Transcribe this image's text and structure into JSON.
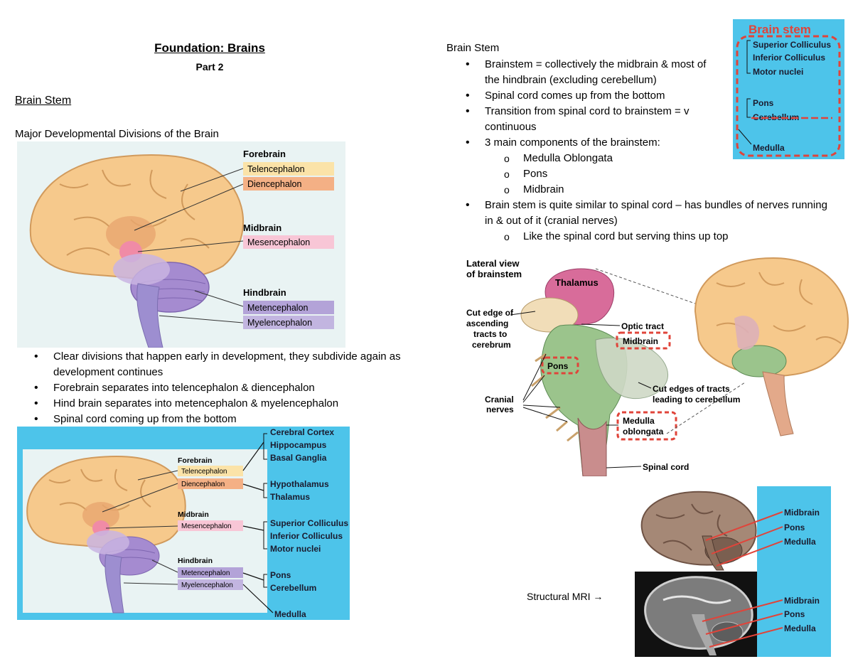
{
  "header": {
    "title": "Foundation: Brains ",
    "subtitle": "Part 2"
  },
  "section": {
    "heading": "Brain Stem",
    "subheading": "Major Developmental Divisions of the Brain"
  },
  "figure1": {
    "forebrain": "Forebrain",
    "telencephalon": "Telencephalon",
    "diencephalon": "Diencephalon",
    "midbrain": "Midbrain",
    "mesencephalon": "Mesencephalon",
    "hindbrain": "Hindbrain",
    "metencephalon": "Metencephalon",
    "myelencephalon": "Myelencephalon"
  },
  "left_bullets": [
    "Clear divisions that happen early in development, they subdivide again as development continues",
    "Forebrain separates into telencephalon & diencephalon",
    "Hind brain separates into metencephalon & myelencephalon",
    "Spinal cord coming up from the bottom"
  ],
  "figure2": {
    "forebrain": "Forebrain",
    "telencephalon": "Telencephalon",
    "diencephalon": "Diencephalon",
    "midbrain": "Midbrain",
    "mesencephalon": "Mesencephalon",
    "hindbrain": "Hindbrain",
    "metencephalon": "Metencephalon",
    "myelencephalon": "Myelencephalon",
    "cerebral_cortex": "Cerebral Cortex",
    "hippocampus": "Hippocampus",
    "basal_ganglia": "Basal Ganglia",
    "hypothalamus": "Hypothalamus",
    "thalamus": "Thalamus",
    "superior_colliculus": "Superior Colliculus",
    "inferior_colliculus": "Inferior Colliculus",
    "motor_nuclei": "Motor nuclei",
    "pons": "Pons",
    "cerebellum": "Cerebellum",
    "medulla": "Medulla"
  },
  "right": {
    "heading": "Brain Stem",
    "bullet1": "Brainstem = collectively the midbrain & most of the hindbrain (excluding cerebellum)",
    "bullet2": "Spinal cord comes up from the bottom",
    "bullet3": "Transition from spinal cord to brainstem = v continuous",
    "bullet4": "3 main components of the brainstem:",
    "components": [
      "Medulla Oblongata",
      "Pons",
      "Midbrain"
    ],
    "bullet5": "Brain stem is quite similar to spinal cord – has bundles of nerves running in & out of it (cranial nerves)",
    "sub5": "Like the spinal cord but serving thins up top"
  },
  "stem_box": {
    "title": "Brain stem",
    "superior_colliculus": "Superior Colliculus",
    "inferior_colliculus": "Inferior Colliculus",
    "motor_nuclei": "Motor nuclei",
    "pons": "Pons",
    "cerebellum": "Cerebellum",
    "medulla": "Medulla"
  },
  "lateral": {
    "title1": "Lateral view",
    "title2": "of brainstem",
    "thalamus": "Thalamus",
    "cut1": "Cut edge of",
    "cut2": "ascending",
    "cut3": "tracts to",
    "cut4": "cerebrum",
    "optic": "Optic tract",
    "midbrain": "Midbrain",
    "pons": "Pons",
    "cranial1": "Cranial",
    "cranial2": "nerves",
    "cutedges1": "Cut edges of tracts",
    "cutedges2": "leading to cerebellum",
    "medulla1": "Medulla",
    "medulla2": "oblongata",
    "spinal": "Spinal cord"
  },
  "mri": {
    "midbrain": "Midbrain",
    "pons": "Pons",
    "medulla": "Medulla",
    "caption": "Structural MRI →"
  },
  "colors": {
    "cyan": "#4dc4ea",
    "red_dash": "#e0443a",
    "tele": "#fbe3a8",
    "dien": "#f4b085",
    "mesen": "#f8c6d6",
    "meten": "#b3a3d8",
    "myelen": "#c2b5e0"
  }
}
